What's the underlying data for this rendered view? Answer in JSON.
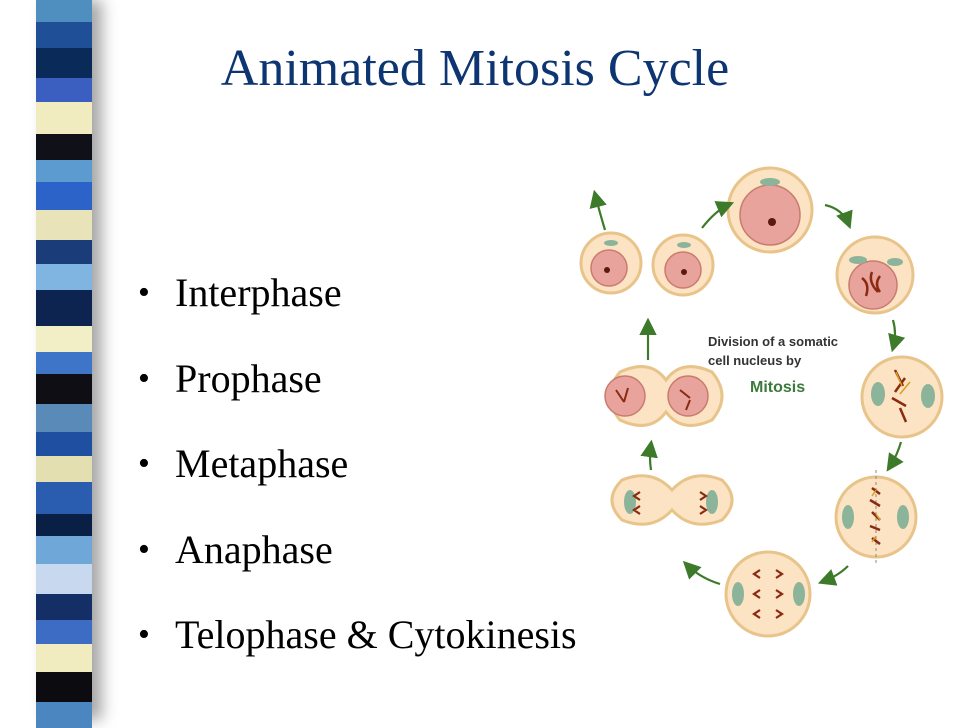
{
  "slide": {
    "title": "Animated Mitosis Cycle",
    "bullets": [
      "Interphase",
      "Prophase",
      "Metaphase",
      "Anaphase",
      "Telophase & Cytokinesis"
    ]
  },
  "diagram": {
    "caption_line1": "Division of a somatic",
    "caption_line2": "cell nucleus by",
    "caption_line3": "Mitosis"
  },
  "colors": {
    "title": "#0d3572",
    "arrow": "#3d7a2a",
    "cell_fill": "#fbe3c3",
    "cell_border": "#e9c48a",
    "nucleus_fill": "#e7a39c"
  }
}
